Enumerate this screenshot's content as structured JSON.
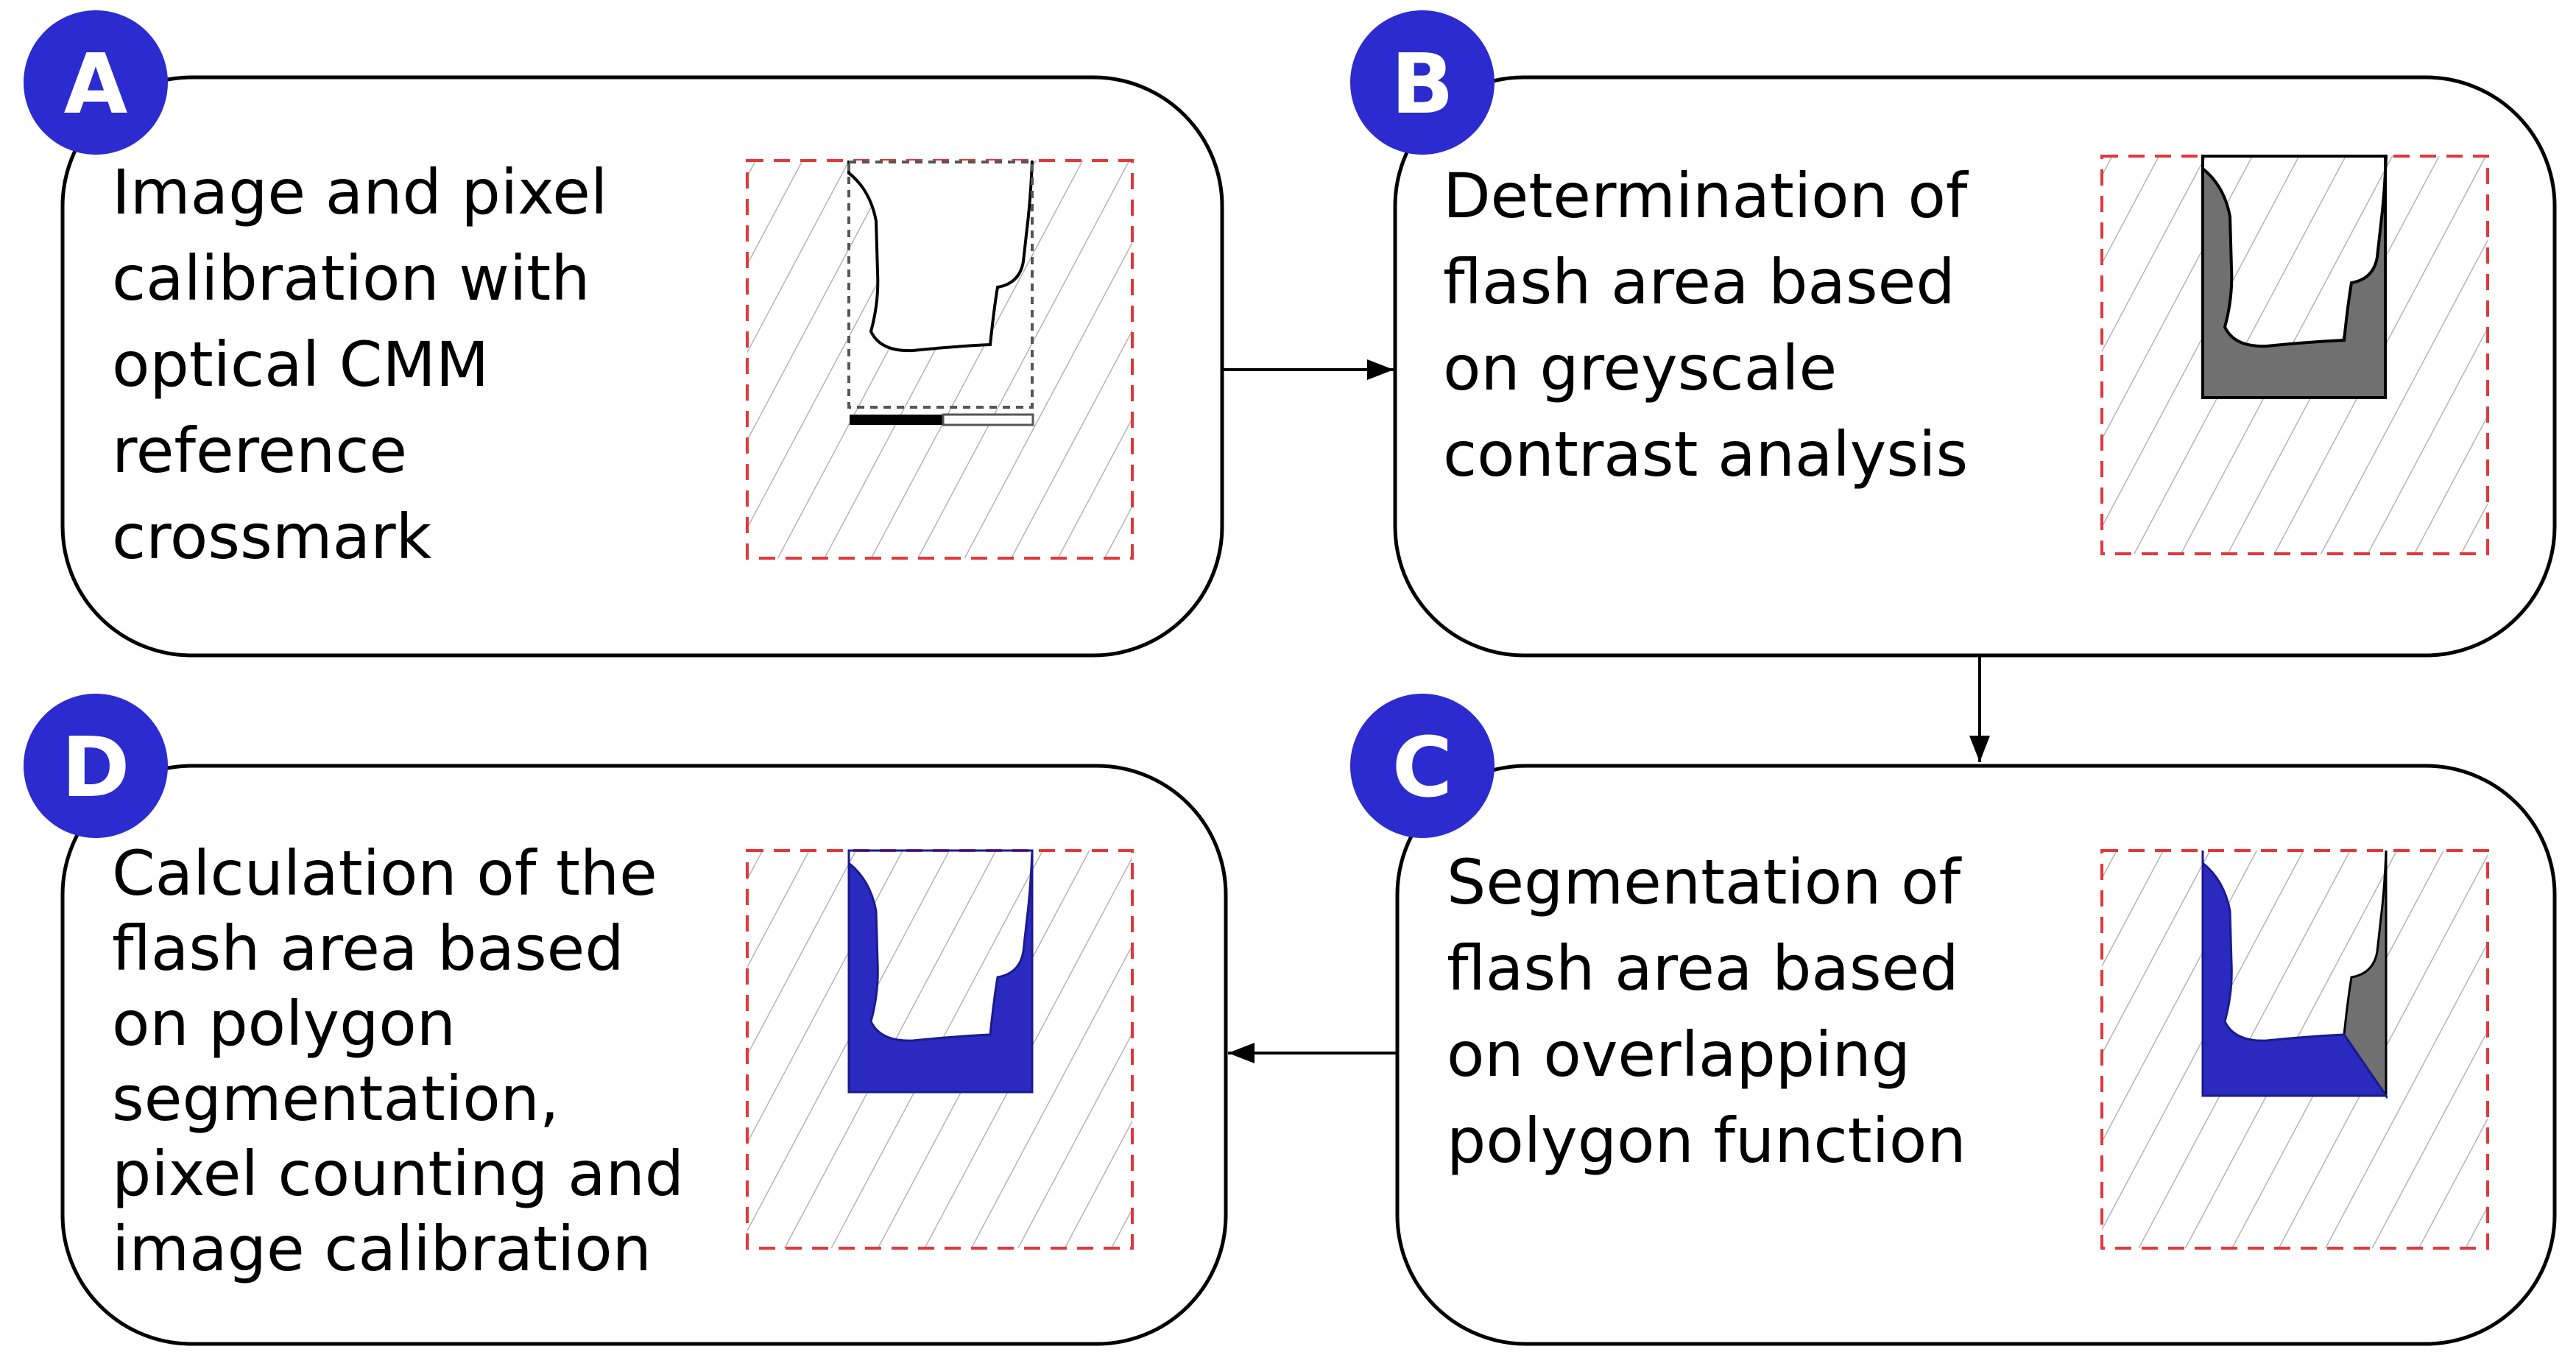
{
  "colors": {
    "badge": "#2b2bd0",
    "frame_dash": "#e2383c",
    "hatch": "#b4b4b4",
    "flash_grey": "#707070",
    "flash_blue": "#2a2ac0",
    "box_border": "#000000"
  },
  "steps": [
    {
      "badge": "A",
      "lines": [
        "Image and pixel",
        "calibration with",
        "optical CMM",
        "reference",
        "crossmark"
      ]
    },
    {
      "badge": "B",
      "lines": [
        "Determination of",
        "flash area based",
        "on greyscale",
        "contrast analysis"
      ]
    },
    {
      "badge": "C",
      "lines": [
        "Segmentation of",
        "flash area based",
        "on overlapping",
        "polygon function"
      ]
    },
    {
      "badge": "D",
      "lines": [
        "Calculation of the",
        "flash area based",
        "on polygon",
        "segmentation,",
        "pixel counting and",
        "image calibration"
      ]
    }
  ],
  "flow": [
    "A",
    "B",
    "C",
    "D"
  ]
}
